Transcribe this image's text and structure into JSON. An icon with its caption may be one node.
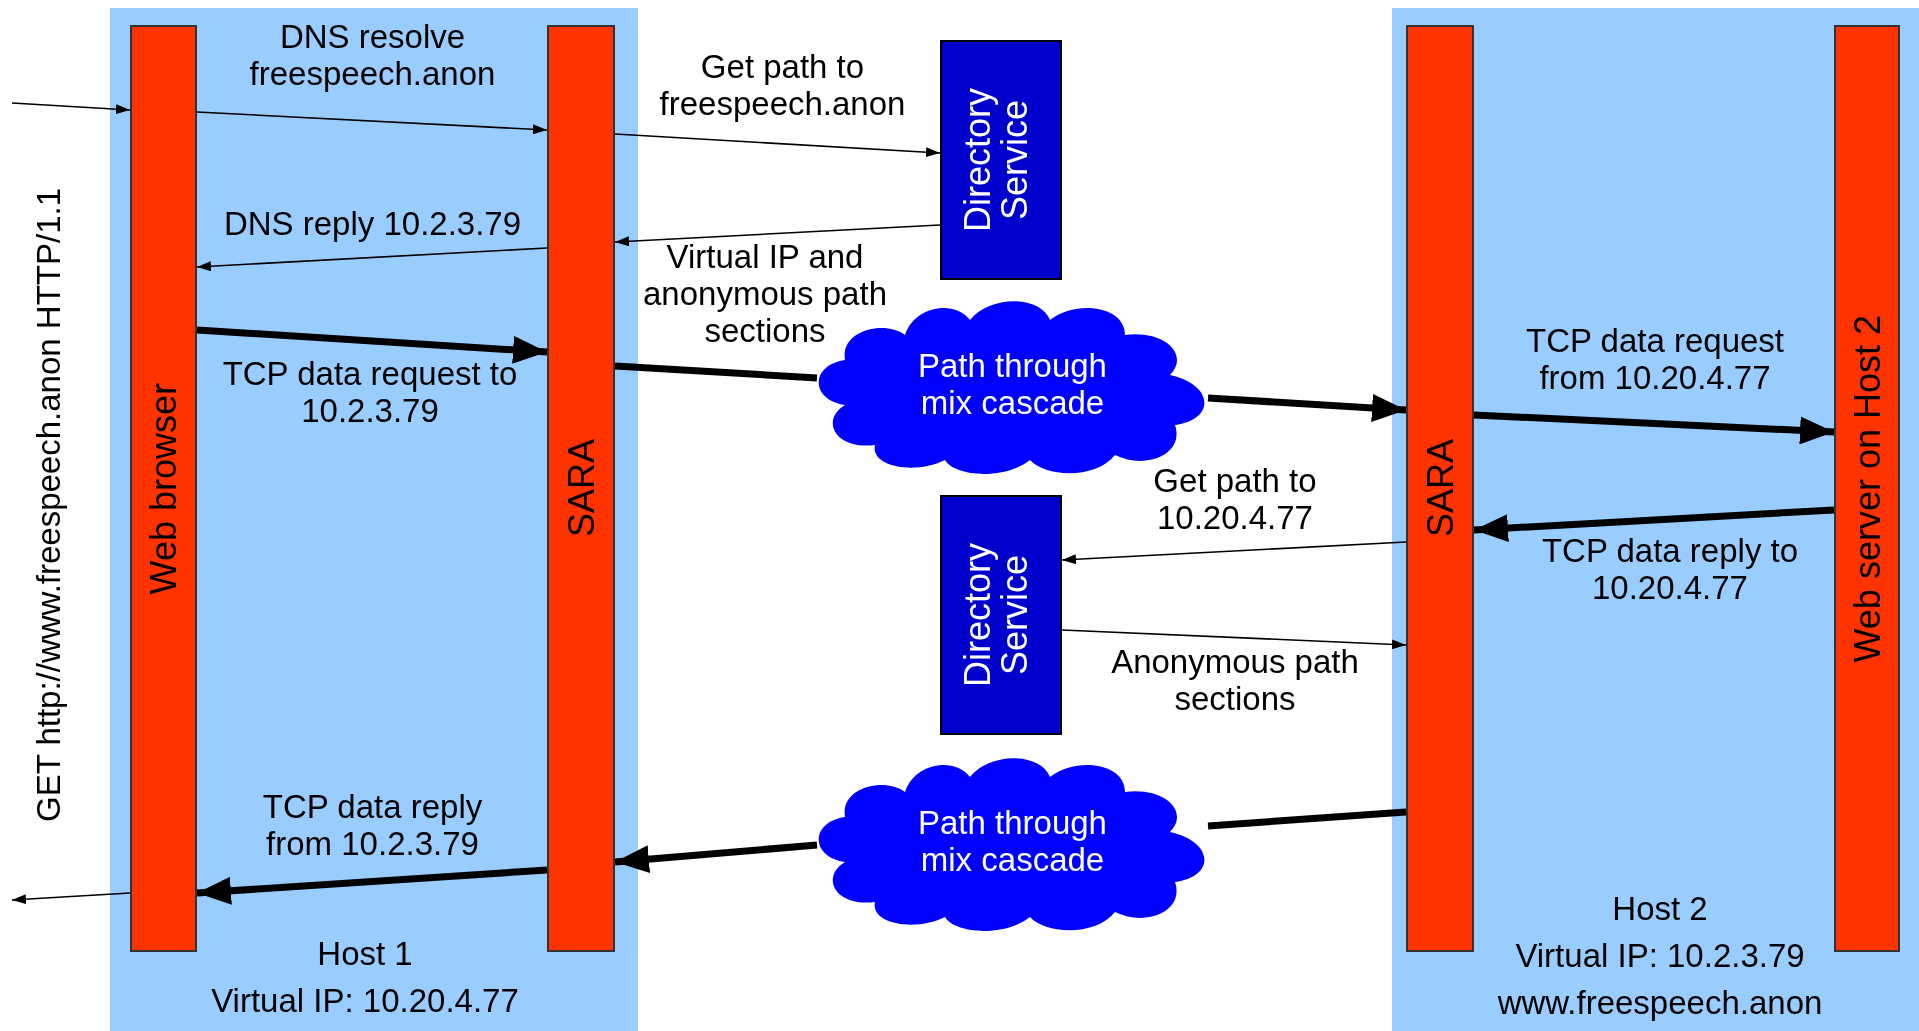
{
  "diagram": {
    "nodes": [
      {
        "text": [
          "Host 1",
          "Virtual IP: 10.20.4.77"
        ]
      },
      {
        "text": [
          "Web browser"
        ],
        "in": 0
      },
      {
        "text": [
          "SARA"
        ],
        "in": 0
      },
      {
        "text": [
          "Directory Service"
        ]
      },
      {
        "text": [
          "Path through mix cascade"
        ]
      },
      {
        "text": [
          "Directory Service"
        ]
      },
      {
        "text": [
          "Path through mix cascade"
        ]
      },
      {
        "text": [
          "Host 2",
          "Virtual IP: 10.2.3.79",
          "www.freespeech.anon"
        ]
      },
      {
        "text": [
          "SARA"
        ],
        "in": 7
      },
      {
        "text": [
          "Web server on Host 2"
        ],
        "in": 7
      }
    ],
    "edges": [
      {
        "from": null,
        "to": 1,
        "arrow": "to",
        "label": "GET http://www.freespeech.anon HTTP/1.1"
      },
      {
        "from": 1,
        "to": 2,
        "arrow": "to",
        "label": "DNS resolve freespeech.anon"
      },
      {
        "from": 2,
        "to": 3,
        "arrow": "to",
        "label": "Get path to freespeech.anon"
      },
      {
        "from": 3,
        "to": 2,
        "arrow": "to",
        "label": "Virtual IP and anonymous path sections"
      },
      {
        "from": 2,
        "to": 1,
        "arrow": "to",
        "label": "DNS reply 10.2.3.79"
      },
      {
        "from": 1,
        "to": 2,
        "arrow": "to",
        "label": "TCP data request to 10.2.3.79",
        "style": "thick"
      },
      {
        "from": 2,
        "to": 4,
        "arrow": "none",
        "style": "thick"
      },
      {
        "from": 4,
        "to": 8,
        "arrow": "to",
        "style": "thick"
      },
      {
        "from": 8,
        "to": 9,
        "arrow": "to",
        "label": "TCP data request from 10.20.4.77",
        "style": "thick"
      },
      {
        "from": 8,
        "to": 5,
        "arrow": "to",
        "label": "Get path to 10.20.4.77"
      },
      {
        "from": 5,
        "to": 8,
        "arrow": "to",
        "label": "Anonymous path sections"
      },
      {
        "from": 9,
        "to": 8,
        "arrow": "to",
        "label": "TCP data reply to 10.20.4.77",
        "style": "thick"
      },
      {
        "from": 8,
        "to": 6,
        "arrow": "none",
        "style": "thick"
      },
      {
        "from": 6,
        "to": 2,
        "arrow": "to",
        "style": "thick"
      },
      {
        "from": 2,
        "to": 1,
        "arrow": "to",
        "label": "TCP data reply from 10.2.3.79",
        "style": "thick"
      },
      {
        "from": 1,
        "to": null,
        "arrow": "to"
      }
    ]
  }
}
